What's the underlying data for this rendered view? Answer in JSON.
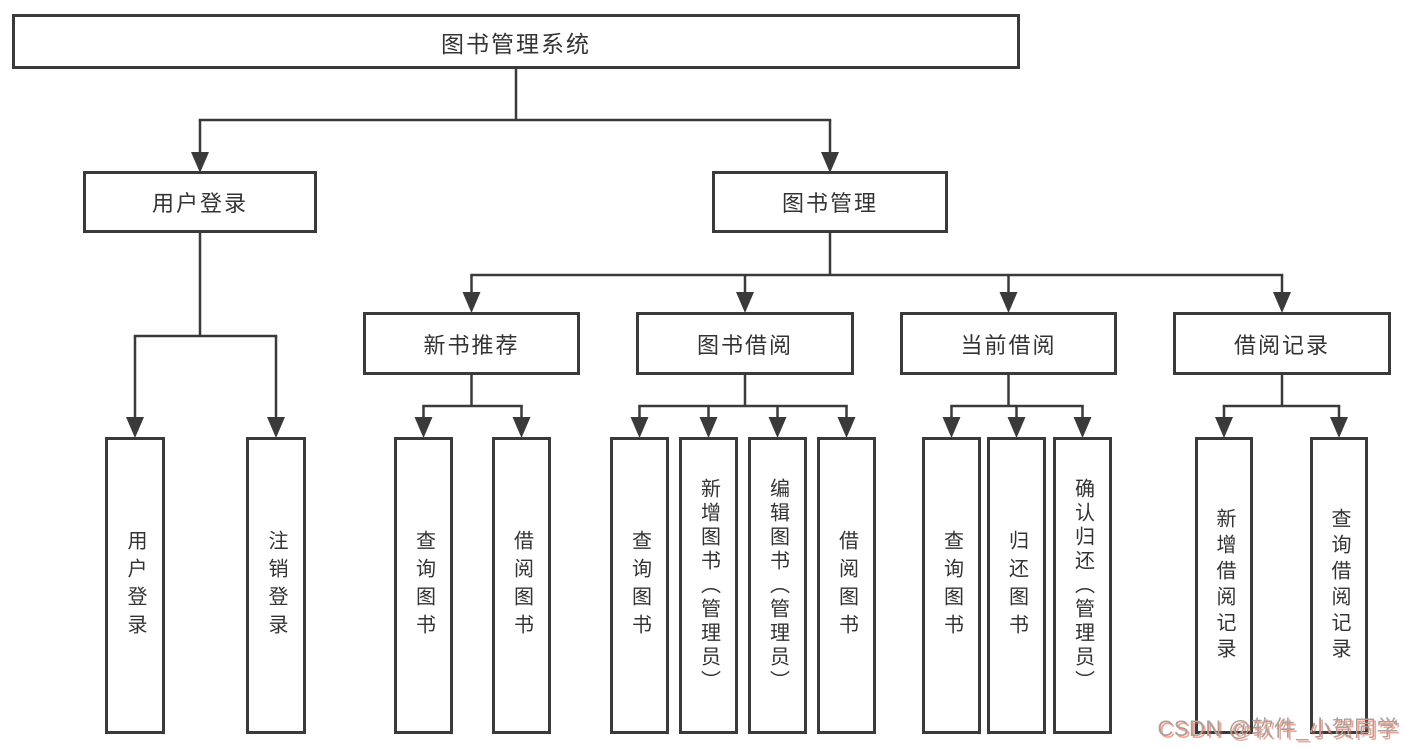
{
  "tree": {
    "root": "图书管理系统",
    "level1": [
      {
        "label": "用户登录",
        "children": [
          "用户登录",
          "注销登录"
        ]
      },
      {
        "label": "图书管理",
        "children": [
          {
            "label": "新书推荐",
            "children": [
              "查询图书",
              "借阅图书"
            ]
          },
          {
            "label": "图书借阅",
            "children": [
              "查询图书",
              "新增图书（管理员）",
              "编辑图书（管理员）",
              "借阅图书"
            ]
          },
          {
            "label": "当前借阅",
            "children": [
              "查询图书",
              "归还图书",
              "确认归还（管理员）"
            ]
          },
          {
            "label": "借阅记录",
            "children": [
              "新增借阅记录",
              "查询借阅记录"
            ]
          }
        ]
      }
    ]
  },
  "watermark": "CSDN @软件_小贺同学",
  "colors": {
    "line": "#3a3a3a",
    "text": "#333333",
    "background": "#ffffff",
    "watermark_gray": "#a3a3a3",
    "watermark_red": "#fc5531"
  }
}
